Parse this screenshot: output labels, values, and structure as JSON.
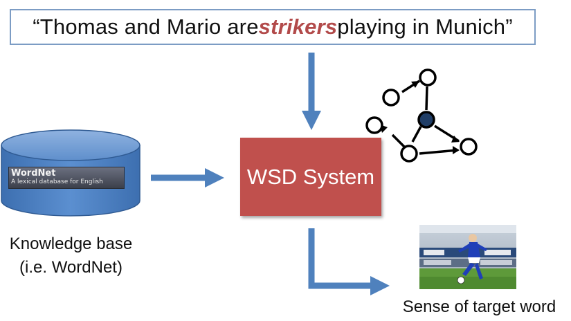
{
  "sentence": {
    "before": "“Thomas and Mario are ",
    "target": "strikers",
    "after": " playing in Munich”"
  },
  "system": {
    "label": "WSD System"
  },
  "knowledge_base": {
    "label_line1": "Knowledge base",
    "label_line2": "(i.e. WordNet)",
    "banner_title": "WordNet",
    "banner_subtitle": "A lexical database for English"
  },
  "output": {
    "label": "Sense of target word"
  },
  "colors": {
    "arrow": "#4f81bd",
    "system_box": "#c0504d",
    "database": "#4f81bd",
    "target_word": "#b24a4a",
    "graph_highlight_node": "#1f3d66"
  },
  "icons": {
    "graph": "sense-graph-icon",
    "photo": "football-player-photo"
  }
}
